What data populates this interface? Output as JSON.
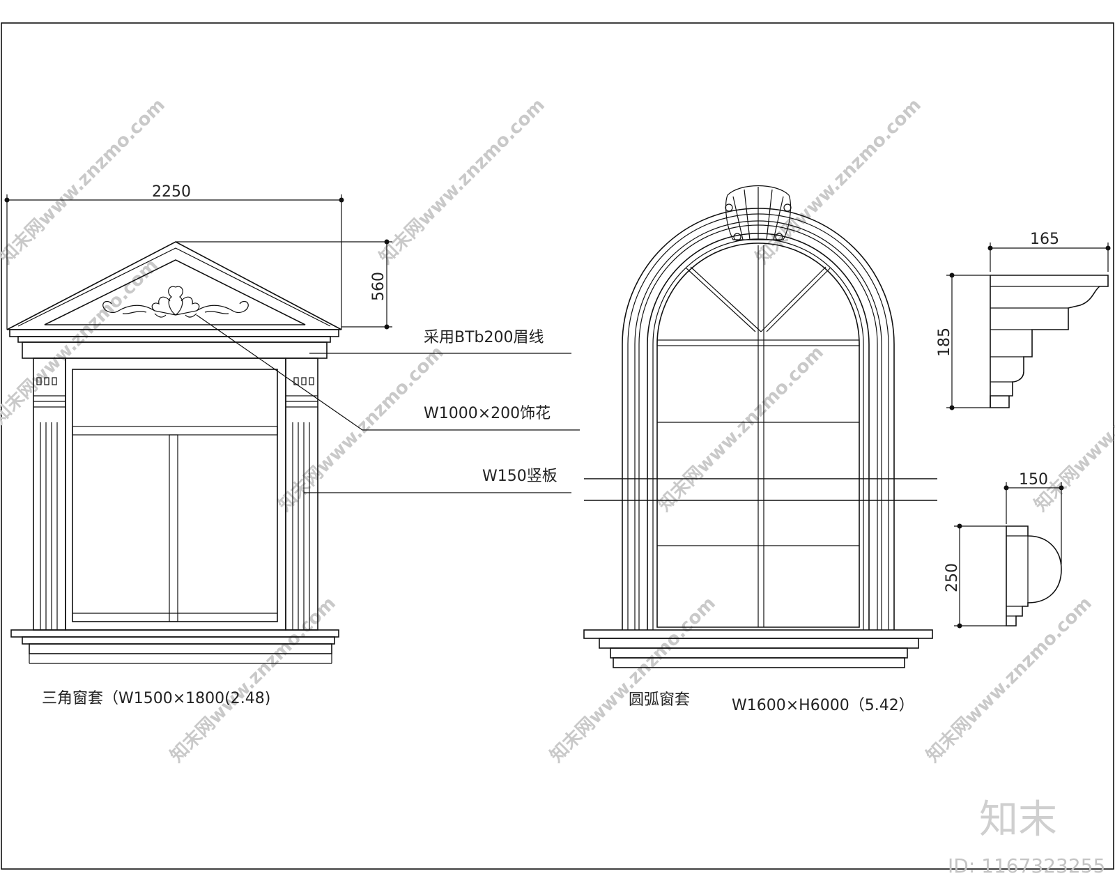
{
  "left_window": {
    "dim_width": "2250",
    "dim_height": "560",
    "caption": "三角窗套（W1500×1800(2.48)"
  },
  "right_window": {
    "caption_name": "圆弧窗套",
    "caption_size": "W1600×H6000（5.42）"
  },
  "callouts": {
    "cornice": "采用BTb200眉线",
    "ornament": "W1000×200饰花",
    "pilaster": "W150竖板"
  },
  "profiles": {
    "cornice_width": "165",
    "cornice_height": "185",
    "sill_width": "150",
    "sill_height": "250"
  },
  "watermarks": {
    "repeat_text": "知末网www.znzmo.com",
    "brand": "知末",
    "id_label": "ID: 1167323255"
  },
  "colors": {
    "line": "#111111",
    "background": "#ffffff",
    "watermark": "#c9c9c9"
  }
}
